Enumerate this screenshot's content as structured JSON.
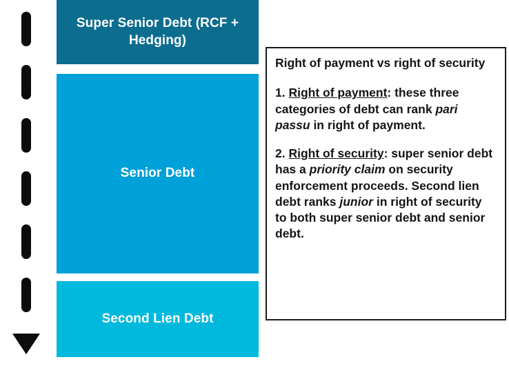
{
  "diagram": {
    "type": "debt-ranking-stack",
    "background_color": "#ffffff",
    "arrow": {
      "name": "seniority-arrow",
      "direction": "downward",
      "style": "dashed-with-arrowhead",
      "color": "#0c0c0c",
      "dash_count": 6
    },
    "tiers": [
      {
        "id": "super-senior",
        "label": "Super Senior Debt (RCF + Hedging)",
        "color": "#0d6d8f"
      },
      {
        "id": "senior",
        "label": "Senior Debt",
        "color": "#00a0d8"
      },
      {
        "id": "second-lien",
        "label": "Second Lien Debt",
        "color": "#00b9dd"
      }
    ]
  },
  "notes": {
    "heading": "Right of payment vs right of security",
    "border_color": "#1a1a1a",
    "items": [
      {
        "number": "1.",
        "term": "Right of payment",
        "text_before_emphasis": ": these three categories of debt can rank ",
        "emphasis": "pari passu",
        "text_after_emphasis": " in right of payment."
      },
      {
        "number": "2.",
        "term": "Right of security",
        "text_before_emphasis": ": super senior debt has a ",
        "emphasis": "priority claim",
        "text_middle": " on security enforcement proceeds. Second lien debt ranks ",
        "emphasis2": "junior",
        "text_after_emphasis": " in right of security to both super senior debt and senior debt."
      }
    ]
  }
}
